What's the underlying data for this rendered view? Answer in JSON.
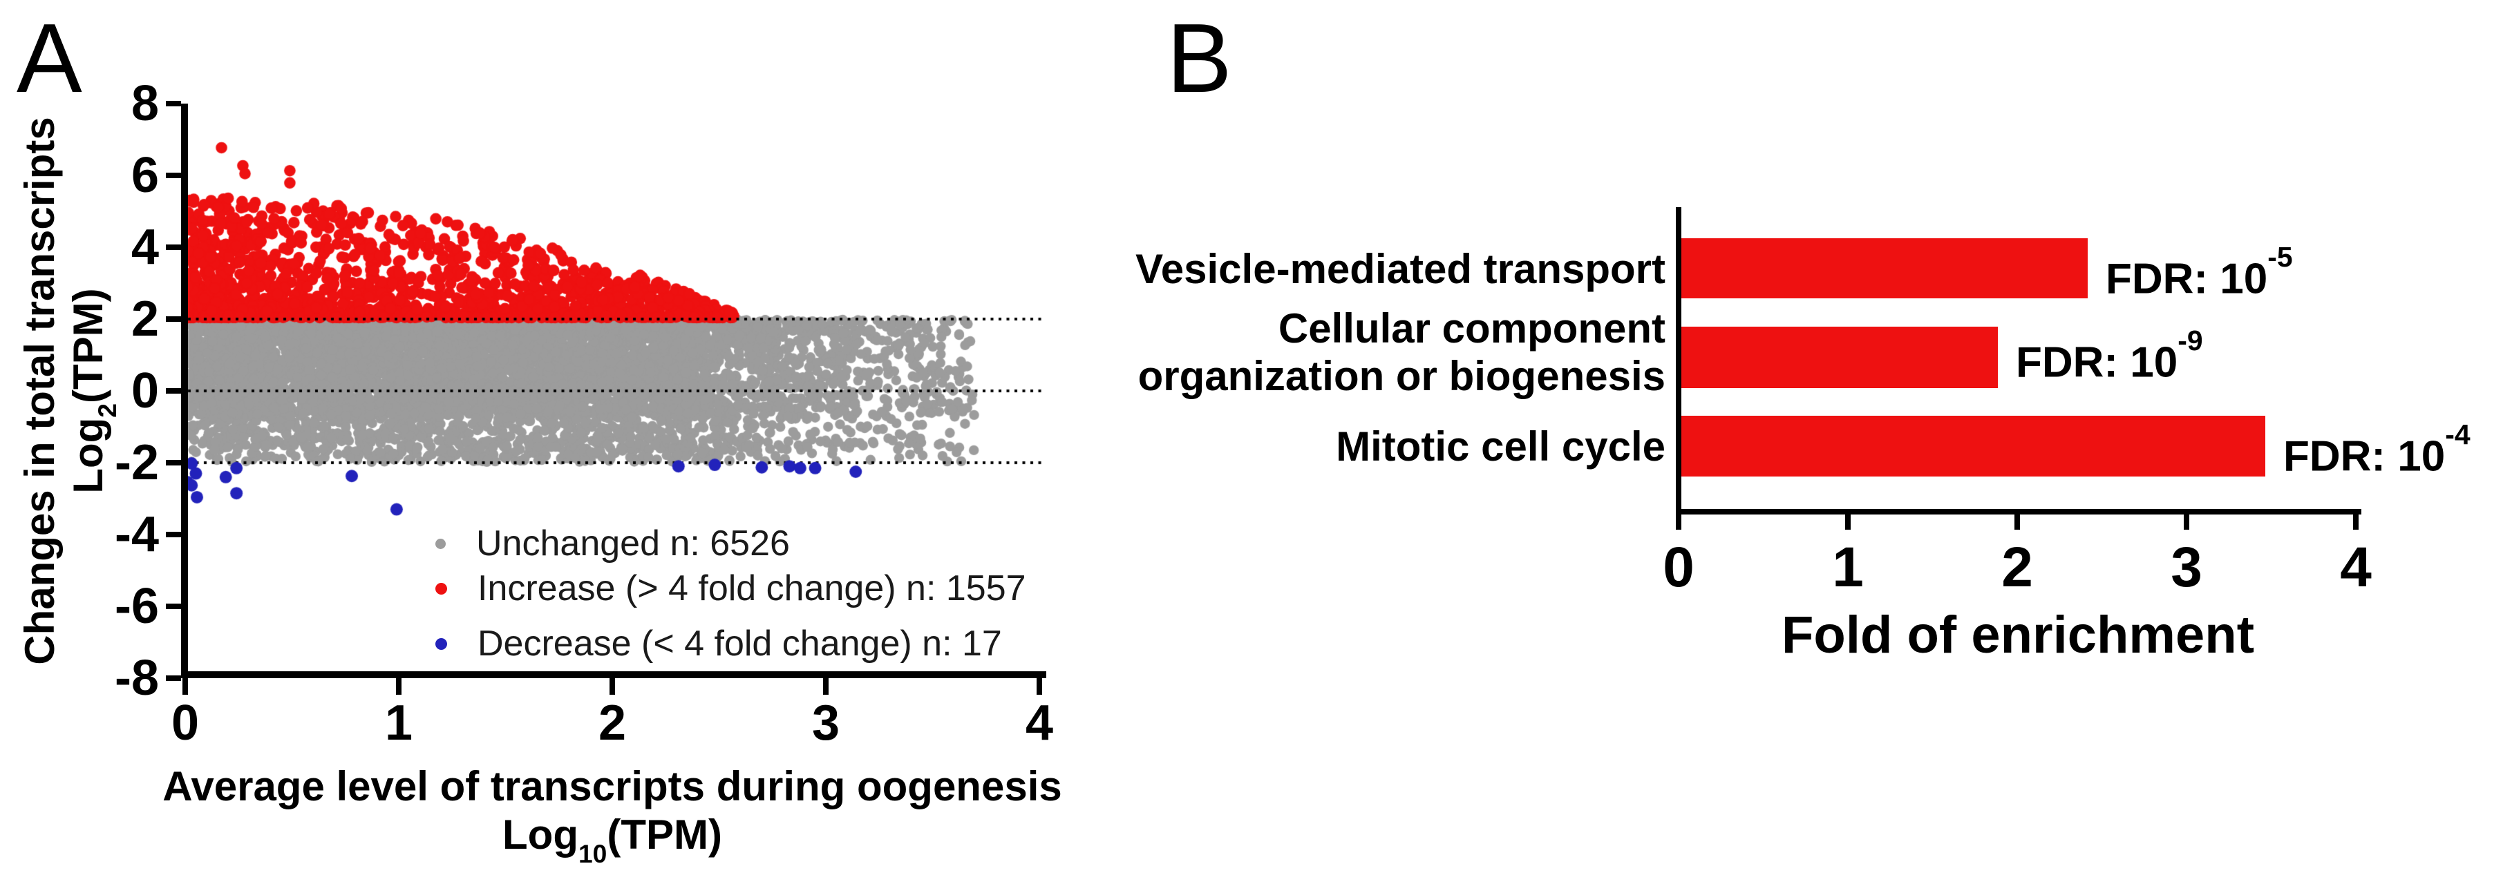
{
  "panel_a": {
    "label": "A",
    "y_axis": {
      "title_line1": "Changes in total transcripts",
      "title2_pre": "Log",
      "title2_sub": "2",
      "title2_post": "(TPM)",
      "ticks": [
        8,
        6,
        4,
        2,
        0,
        -2,
        -4,
        -6,
        -8
      ]
    },
    "x_axis": {
      "title_line1": "Average level of transcripts during oogenesis",
      "title2_pre": "Log",
      "title2_sub": "10",
      "title2_post": "(TPM)",
      "ticks": [
        0,
        1,
        2,
        3,
        4
      ]
    },
    "legend": [
      {
        "label": "Unchanged n: 6526",
        "color": "#9C9C9C"
      },
      {
        "label": "Increase (> 4 fold change) n: 1557",
        "color": "#EE1111"
      },
      {
        "label": "Decrease (< 4 fold change) n: 17",
        "color": "#2222BB"
      }
    ]
  },
  "panel_b": {
    "label": "B",
    "x_axis": {
      "title": "Fold of enrichment",
      "ticks": [
        0,
        1,
        2,
        3,
        4
      ]
    },
    "bars": [
      {
        "label_lines": [
          "Vesicle-mediated transport"
        ],
        "fdr_prefix": "FDR: 10",
        "fdr_exp": "-5"
      },
      {
        "label_lines": [
          "Cellular component",
          "organization or biogenesis"
        ],
        "fdr_prefix": "FDR: 10",
        "fdr_exp": "-9"
      },
      {
        "label_lines": [
          "Mitotic cell cycle"
        ],
        "fdr_prefix": "FDR: 10",
        "fdr_exp": "-4"
      }
    ],
    "bar_color": "#EE1111"
  },
  "chart_data": [
    {
      "type": "scatter",
      "title": "",
      "xlabel": "Average level of transcripts during oogenesis Log10(TPM)",
      "ylabel": "Changes in total transcripts Log2(TPM)",
      "xlim": [
        0,
        4
      ],
      "ylim": [
        -8,
        8
      ],
      "grid": false,
      "reference_lines_y": [
        2,
        0,
        -2
      ],
      "legend_position": "inside-bottom-center",
      "series": [
        {
          "name": "Unchanged n: 6526",
          "n": 6526,
          "color": "#9C9C9C",
          "radius": 7.2,
          "band": {
            "x_range": [
              0,
              3.7
            ],
            "y_range": [
              -2,
              2
            ]
          },
          "distribution": {
            "x_main_range": [
              0.012,
              2.34
            ],
            "x_main_frac": 0.8,
            "x_main_pow": 0.95,
            "x_tail_range": [
              2.34,
              3.7
            ],
            "x_tail_pow": 2.0,
            "y_top": 1.98,
            "y_main_frac": 0.62,
            "y_main_span": 2.72,
            "y_main_pow": 1.35,
            "y_low_span": 3.96,
            "y_low_pow": 0.8,
            "y_min": -1.99
          }
        },
        {
          "name": "Increase (> 4 fold change) n: 1557",
          "n": 1557,
          "color": "#EE1111",
          "radius": 8.3,
          "envelope": [
            [
              0,
              5.42
            ],
            [
              0.6,
              5.25
            ],
            [
              1.2,
              4.8
            ],
            [
              1.8,
              3.95
            ],
            [
              2.3,
              2.9
            ],
            [
              2.6,
              2.1
            ]
          ],
          "distribution": {
            "x_range": [
              0.012,
              2.57
            ],
            "x_pow": 1.55,
            "y_base": 2.04,
            "y_pow": 2.1
          },
          "outliers": [
            [
              0.17,
              6.77
            ],
            [
              0.27,
              6.27
            ],
            [
              0.28,
              6.05
            ],
            [
              0.49,
              6.13
            ],
            [
              0.49,
              5.79
            ]
          ]
        },
        {
          "name": "Decrease (< 4 fold change) n: 17",
          "n": 17,
          "color": "#2222BB",
          "radius": 9,
          "points": [
            [
              0.03,
              -2.02
            ],
            [
              0.05,
              -2.3
            ],
            [
              0.01,
              -2.54
            ],
            [
              0.03,
              -2.63
            ],
            [
              0.055,
              -2.96
            ],
            [
              0.19,
              -2.4
            ],
            [
              0.24,
              -2.15
            ],
            [
              0.24,
              -2.85
            ],
            [
              0.78,
              -2.37
            ],
            [
              0.99,
              -3.3
            ],
            [
              2.31,
              -2.1
            ],
            [
              2.48,
              -2.06
            ],
            [
              2.7,
              -2.13
            ],
            [
              2.83,
              -2.1
            ],
            [
              2.88,
              -2.15
            ],
            [
              2.95,
              -2.15
            ],
            [
              3.14,
              -2.25
            ]
          ]
        }
      ]
    },
    {
      "type": "bar",
      "orientation": "horizontal",
      "categories": [
        "Vesicle-mediated transport",
        "Cellular component organization or biogenesis",
        "Mitotic cell cycle"
      ],
      "values": [
        2.4,
        1.87,
        3.45
      ],
      "annotations": [
        "FDR: 10^-5",
        "FDR: 10^-9",
        "FDR: 10^-4"
      ],
      "title": "",
      "xlabel": "Fold of enrichment",
      "ylabel": "",
      "xlim": [
        0,
        4
      ],
      "grid": false,
      "bar_color": "#EE1111"
    }
  ]
}
